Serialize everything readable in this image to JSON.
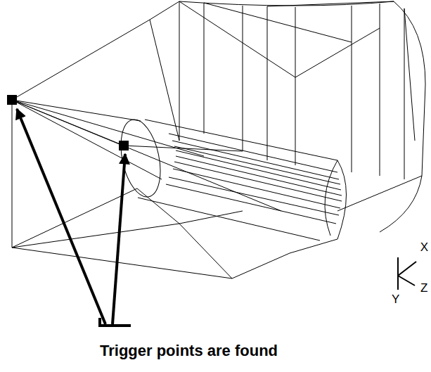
{
  "diagram": {
    "labels": [
      "Trigger points are found",
      "X",
      "Z",
      "Y"
    ]
  }
}
